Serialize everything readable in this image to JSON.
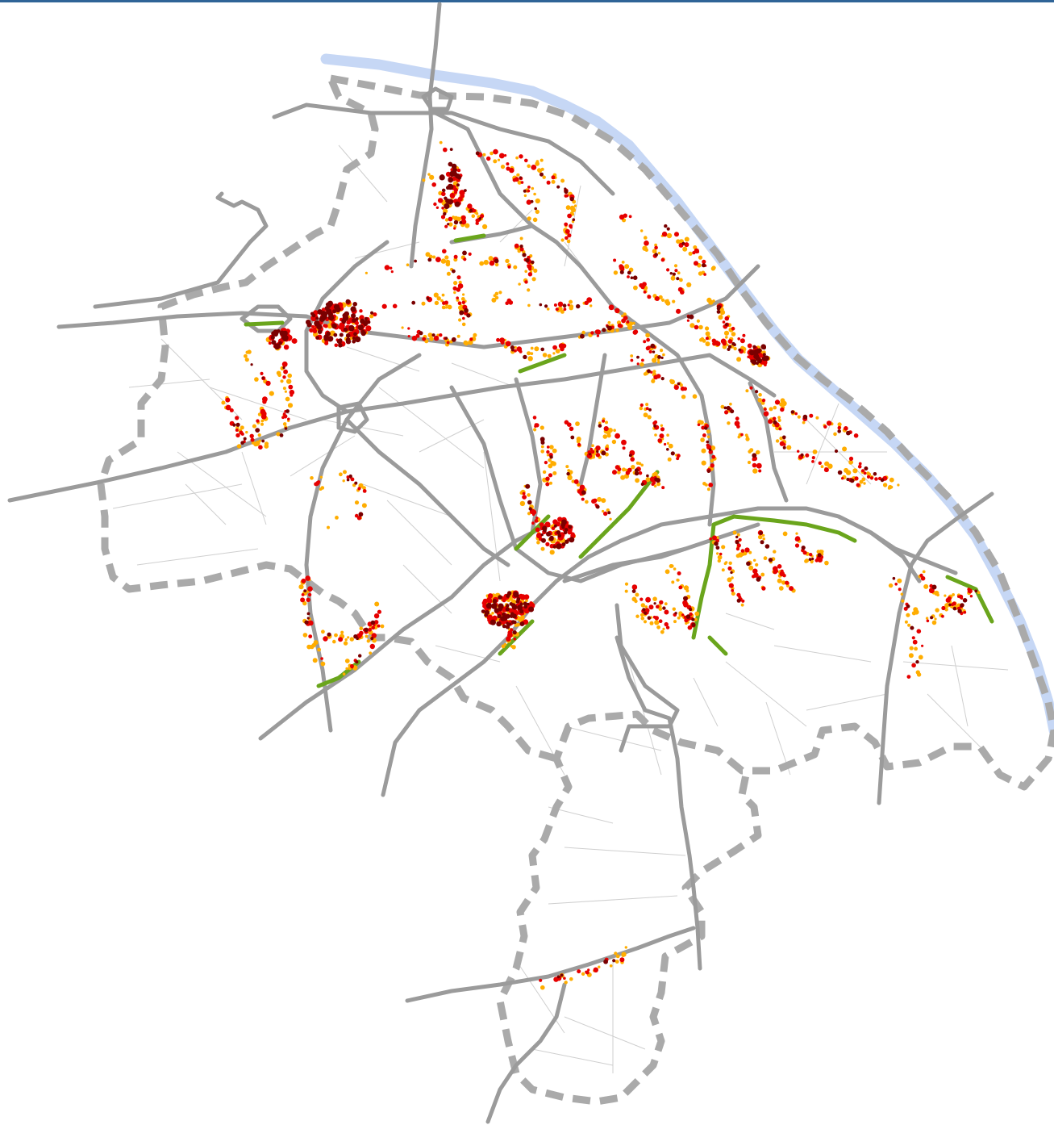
{
  "map": {
    "colors": {
      "frame_rule": "#2f6497",
      "river": "#c6d7f5",
      "boundary": "#aaaaaa",
      "major_road": "#9b9b9b",
      "minor_road": "#cfcfcf",
      "green_route": "#6aa51c",
      "level_low": "#ffad00",
      "level_mid": "#e60000",
      "level_high": "#7a0000"
    },
    "layers": [
      "river",
      "municipal-boundary",
      "minor-roads",
      "major-roads",
      "green-routes",
      "noise-low",
      "noise-mid",
      "noise-high"
    ]
  }
}
